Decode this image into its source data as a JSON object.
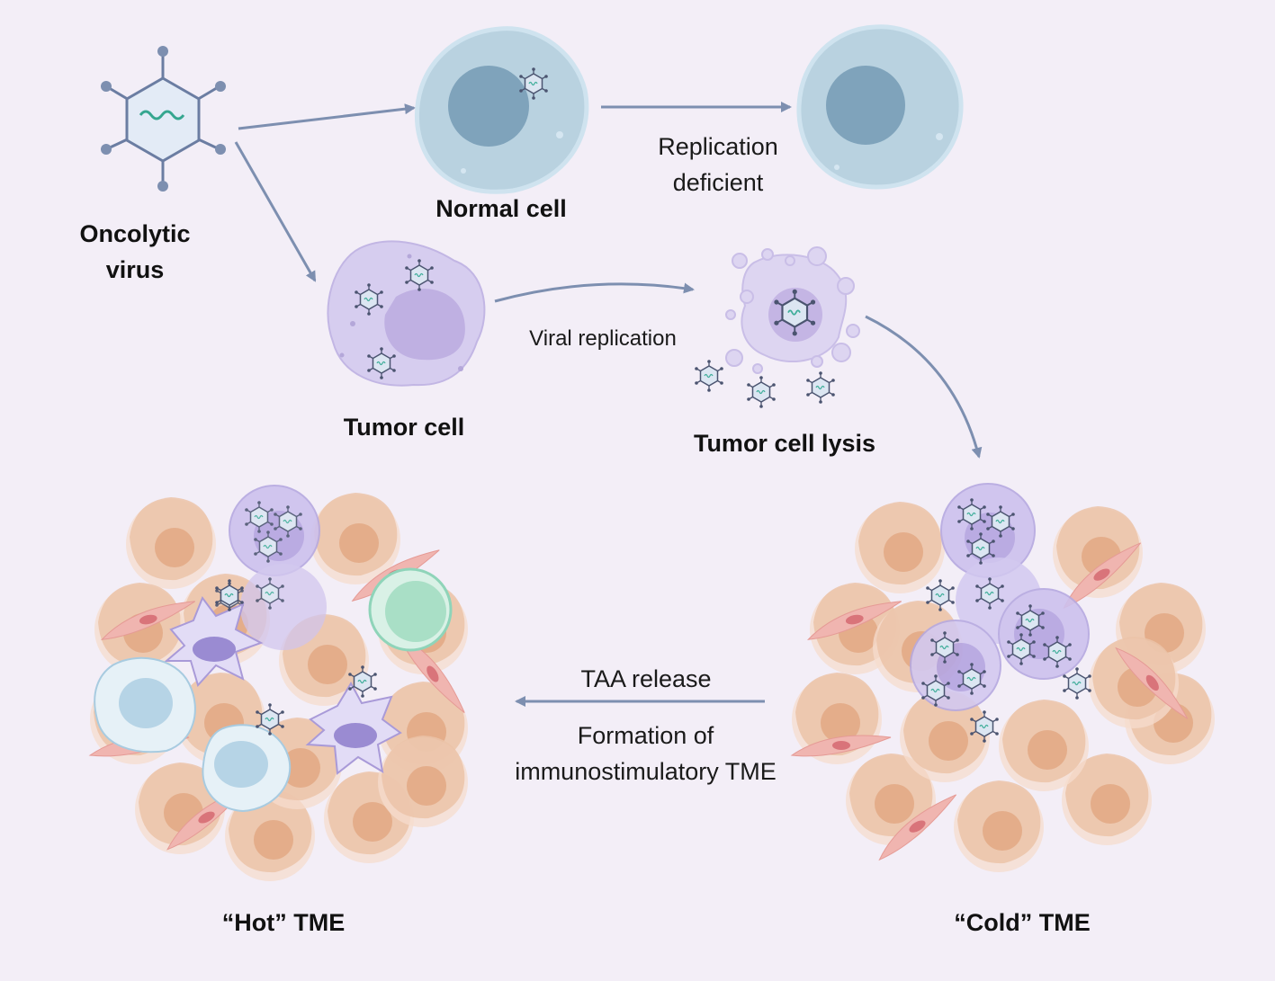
{
  "labels": {
    "oncolytic_virus_line1": "Oncolytic",
    "oncolytic_virus_line2": "virus",
    "normal_cell": "Normal cell",
    "replication_line1": "Replication",
    "replication_line2": "deficient",
    "tumor_cell": "Tumor cell",
    "viral_replication": "Viral replication",
    "tumor_cell_lysis": "Tumor cell lysis",
    "taa_release": "TAA release",
    "formation_line1": "Formation of",
    "formation_line2": "immunostimulatory TME",
    "hot_tme": "“Hot” TME",
    "cold_tme": "“Cold” TME"
  },
  "colors": {
    "background": "#f3eef7",
    "arrow": "#7d8fb0",
    "normal_cell": "#b9d2e0",
    "normal_nucleus": "#7fa3bb",
    "tumor_cell": "#d6cdef",
    "tumor_nucleus": "#bfb0e2",
    "tme_cell": "#ebc3a8",
    "tme_nucleus": "#e2a884",
    "fibroblast": "#f0b5b0",
    "immune_teal": "#bfe7d6",
    "immune_blue": "#d8e9f2",
    "dendritic": "#dcd6f3"
  },
  "icons": [
    "virus-capsid-icon",
    "normal-cell-icon",
    "tumor-cell-icon",
    "lysed-cell-icon",
    "tumor-cluster-icon",
    "fibroblast-icon",
    "t-cell-icon",
    "dendritic-cell-icon",
    "macrophage-icon"
  ]
}
